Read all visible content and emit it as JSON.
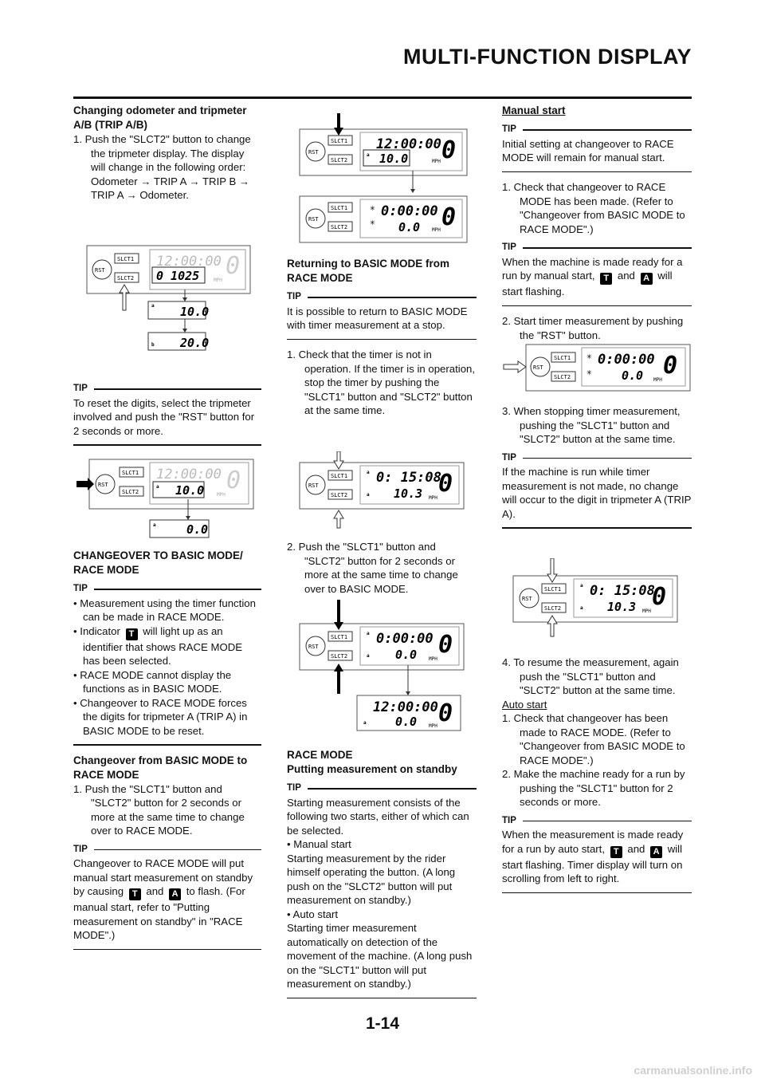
{
  "header": {
    "title": "MULTI-FUNCTION DISPLAY",
    "page_number": "1-14"
  },
  "watermark": "carmanualsonline.info",
  "icons": {
    "timer_indicator": "T",
    "auto_indicator": "A"
  },
  "col1": {
    "h1_l1": "Changing odometer and tripmeter",
    "h1_l2": "A/B (TRIP A/B)",
    "s1": "1. Push the \"SLCT2\" button to change the tripmeter display. The display will change in the following order:",
    "s1_order": "Odometer → TRIP A → TRIP B → TRIP A → Odometer.",
    "tip_label": "TIP",
    "tip1": "To reset the digits, select the tripmeter involved and push the \"RST\" button for 2 seconds or more.",
    "h2_l1": "CHANGEOVER TO BASIC MODE/",
    "h2_l2": "RACE MODE",
    "b1": "• Measurement using the timer function can be made in RACE MODE.",
    "b2a": "• Indicator",
    "b2b": "will light up as an identifier that shows RACE MODE has been selected.",
    "b3": "• RACE MODE cannot display the functions as in BASIC MODE.",
    "b4": "• Changeover to RACE MODE forces the digits for tripmeter A (TRIP A) in BASIC MODE to be reset.",
    "h3_l1": "Changeover from BASIC MODE to",
    "h3_l2": "RACE MODE",
    "s2": "1. Push the \"SLCT1\" button and \"SLCT2\" button for 2 seconds or more at the same time to change over to RACE MODE.",
    "tip3a": "Changeover to RACE MODE will put manual start measurement on standby by causing",
    "tip3b": "and",
    "tip3c": "to flash. (For manual start, refer to \"Putting measurement on standby\" in \"RACE MODE\".)"
  },
  "col2": {
    "h1_l1": "Returning to BASIC MODE from",
    "h1_l2": "RACE  MODE",
    "tip1": "It is possible to return to BASIC MODE with timer measurement at a stop.",
    "s1": "1. Check that the timer is not in operation. If the timer is in operation, stop the timer by pushing the \"SLCT1\" button and \"SLCT2\" button at the same time.",
    "s2": "2. Push the \"SLCT1\" button and \"SLCT2\" button for 2 seconds or more at the same time to change over to BASIC MODE.",
    "h2_l1": "RACE MODE",
    "h2_l2": "Putting measurement on standby",
    "tip2_l1": "Starting measurement consists of the following two starts, either of which can be selected.",
    "tip2_b1": "• Manual start",
    "tip2_t1": "Starting measurement by the rider himself operating the button. (A long push on the \"SLCT2\" button will put measurement on standby.)",
    "tip2_b2": "• Auto start",
    "tip2_t2": "Starting timer measurement automatically on detection of the movement of the machine. (A long push on the \"SLCT1\" button will put measurement on standby.)"
  },
  "col3": {
    "h1": "Manual start",
    "tip1": "Initial setting at changeover to RACE MODE will remain for manual start.",
    "s1": "1. Check that changeover to RACE MODE has been made. (Refer to \"Changeover from BASIC MODE to RACE MODE\".)",
    "tip2a": "When the machine is made ready for a run by manual start,",
    "tip2b": "and",
    "tip2c": "will start flashing.",
    "s2": "2. Start timer measurement by pushing the \"RST\" button.",
    "s3": "3. When stopping timer measurement, pushing the \"SLCT1\" button and \"SLCT2\" button at the same time.",
    "tip3": "If the machine is run while timer measurement is not made, no change will occur to the digit in tripmeter A (TRIP A).",
    "s4": "4. To resume the measurement, again push the \"SLCT1\" button and \"SLCT2\" button at the same time.",
    "h2": "Auto start",
    "a1": "1. Check that changeover has been made to RACE MODE. (Refer to \"Changeover from BASIC MODE to RACE MODE\".)",
    "a2": "2. Make the machine ready for a run by pushing the \"SLCT1\" button for 2 seconds or more.",
    "tip4a": "When the measurement is made ready for a run by auto start,",
    "tip4b": "and",
    "tip4c": "will start flashing. Timer display will turn on scrolling from left to right."
  },
  "lcd": {
    "rst": "RST",
    "slct1": "SLCT1",
    "slct2": "SLCT2",
    "mph": "MPH",
    "clock": "12:00:00",
    "timer_zero": "0:00:00",
    "timer_run": "0: 15:08",
    "odo": "0 1025",
    "trip_a": "10.0",
    "trip_b": "20.0",
    "zero": "0.0",
    "speed": "10.3",
    "gear": "0",
    "ind_a": "a",
    "ind_b": "b"
  }
}
